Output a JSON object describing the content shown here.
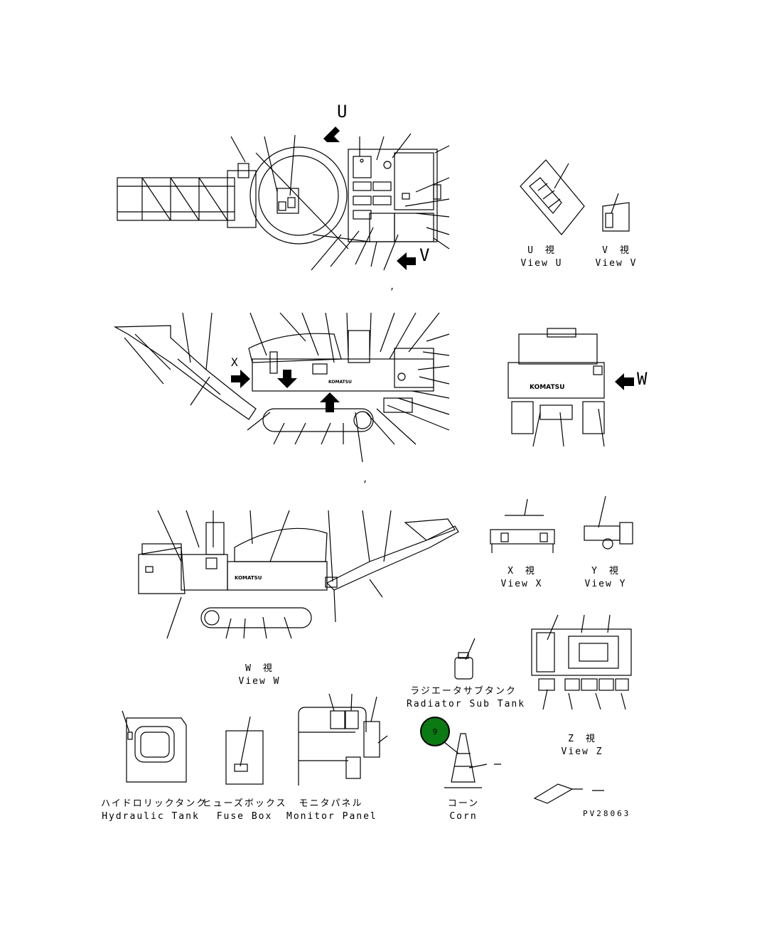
{
  "views": {
    "u": {
      "jp": "U　視",
      "en": "View U"
    },
    "v": {
      "jp": "V　視",
      "en": "View V"
    },
    "w": {
      "jp": "W　視",
      "en": "View W"
    },
    "x": {
      "jp": "X　視",
      "en": "View X"
    },
    "y": {
      "jp": "Y　視",
      "en": "View Y"
    },
    "z": {
      "jp": "Z　視",
      "en": "View Z"
    }
  },
  "parts": {
    "radiator": {
      "jp": "ラジエータサブタンク",
      "en": "Radiator Sub Tank"
    },
    "hydraulic": {
      "jp": "ハイドロリックタンク",
      "en": "Hydraulic Tank"
    },
    "fusebox": {
      "jp": "ヒューズボックス",
      "en": "Fuse Box"
    },
    "monitor": {
      "jp": "モニタパネル",
      "en": "Monitor Panel"
    },
    "corn": {
      "jp": "コーン",
      "en": "Corn"
    }
  },
  "arrows": {
    "u": "U",
    "v": "V",
    "w": "W",
    "x": "X"
  },
  "logo": "KOMATSU",
  "marker": "9",
  "drawing_no": "PV28063",
  "colors": {
    "marker": "#0a7a12"
  }
}
